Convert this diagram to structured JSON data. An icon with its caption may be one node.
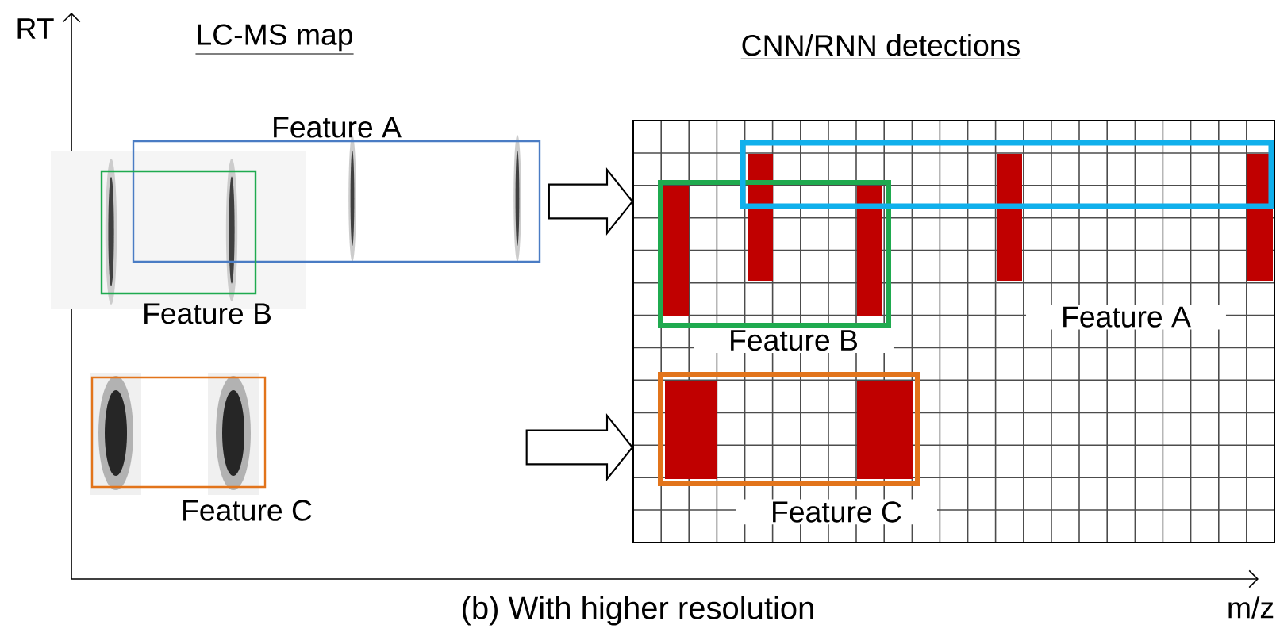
{
  "diagram": {
    "caption": "(b) With higher resolution",
    "nodes": [
      {
        "text": [
          "Feature A"
        ]
      },
      {
        "text": [
          "Feature B"
        ]
      },
      {
        "text": [
          "Feature C"
        ]
      },
      {
        "text": [
          "CNN/RNN detections"
        ]
      },
      {
        "text": [
          "Feature B"
        ],
        "in": 3
      },
      {
        "text": [
          "Feature A"
        ],
        "in": 3
      },
      {
        "text": [
          "Feature C"
        ],
        "in": 3
      }
    ],
    "edges": [
      {
        "from": 0,
        "to": 3,
        "arrow": "to"
      },
      {
        "from": null,
        "to": 3,
        "arrow": "to"
      }
    ],
    "labels": [
      "RT",
      "LC-MS map",
      "m/z"
    ]
  }
}
